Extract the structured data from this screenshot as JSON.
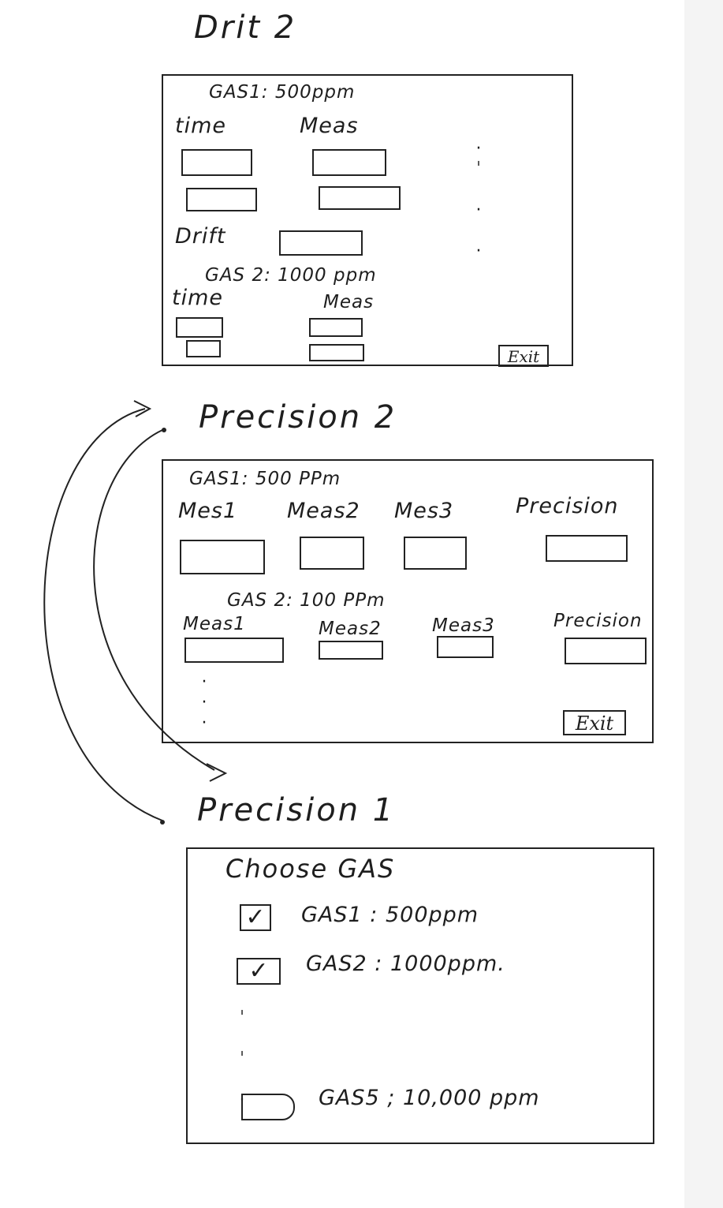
{
  "drift2": {
    "title": "Drit 2",
    "gas1": "GAS1: 500ppm",
    "time": "time",
    "meas": "Meas",
    "drift": "Drift",
    "gas2": "GAS 2: 1000 ppm",
    "time2": "time",
    "meas2": "Meas",
    "exit": "Exit"
  },
  "precision2": {
    "title": "Precision 2",
    "gas1": "GAS1: 500 PPm",
    "row1_headers": [
      "Mes1",
      "Meas2",
      "Mes3",
      "Precision"
    ],
    "gas2": "GAS 2: 100 PPm",
    "row2_headers": [
      "Meas1",
      "Meas2",
      "Meas3",
      "Precision"
    ],
    "exit": "Exit"
  },
  "precision1": {
    "title": "Precision 1",
    "heading": "Choose GAS",
    "options": [
      {
        "label": "GAS1 : 500ppm",
        "checked": true
      },
      {
        "label": "GAS2 : 1000ppm.",
        "checked": true
      },
      {
        "label": "GAS5 ; 10,000 ppm",
        "checked": false
      }
    ]
  }
}
